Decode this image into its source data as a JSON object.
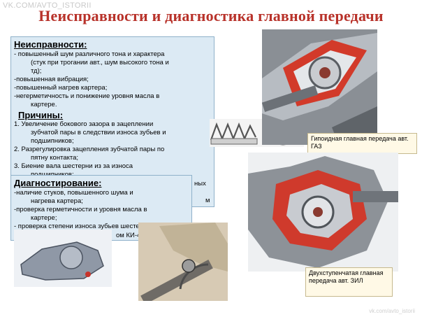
{
  "watermark": "VK.COM/AVTO_ISTORII",
  "watermark_bottom": "vk.com/avto_istorii",
  "title": "Неисправности и диагностика главной передачи",
  "faults": {
    "heading": "Неисправности:",
    "lines": [
      "- повышенный шум различного тона и характера",
      "(стук при трогании авт., шум высокого тона и",
      "тд);",
      "-повышенная вибрация;",
      "-повышенный нагрев картера;",
      "-негерметичность и понижение уровня масла в",
      "картере."
    ]
  },
  "causes": {
    "heading": "Причины:",
    "lines": [
      "1. Увеличение бокового зазора в зацеплении",
      "зубчатой пары в следствии износа зубьев и",
      "подшипников;",
      "2. Разрегулировка зацепления зубчатой пары по",
      "пятну контакта;",
      "3. Биение вала шестерни из за износа",
      "подшипников;",
      "ных",
      "м"
    ]
  },
  "diagnosis": {
    "heading": "Диагностирование:",
    "lines": [
      "-наличие стуков, повышенного шума и",
      "нагрева картера;",
      "-проверка герметичности и уровня масла в",
      "картере;",
      "- проверка степени износа зубьев шестерен и",
      "ом КИ-4"
    ]
  },
  "captions": {
    "gaz": "Гипоидная главная передача авт. ГАЗ",
    "zil": "Двухступенчатая главная передача авт. ЗИЛ"
  },
  "colors": {
    "title": "#b8322a",
    "panel": "#dceaf4",
    "panel_border": "#8fb1ca",
    "caption_bg": "#fff9e6"
  }
}
